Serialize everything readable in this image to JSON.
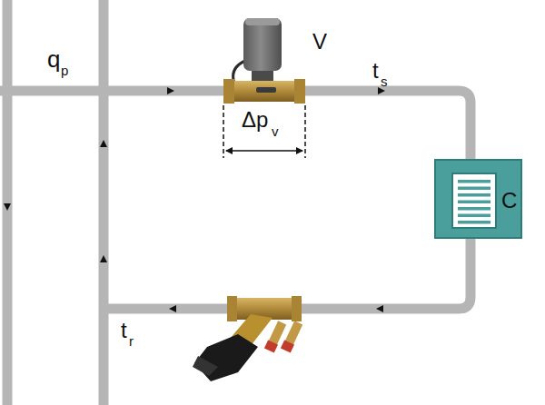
{
  "diagram": {
    "nodes": [
      {
        "text": [
          "C"
        ]
      }
    ],
    "labels": [
      "q",
      "p",
      "V",
      "Δp",
      "v",
      "t",
      "s",
      "t",
      "r"
    ]
  }
}
